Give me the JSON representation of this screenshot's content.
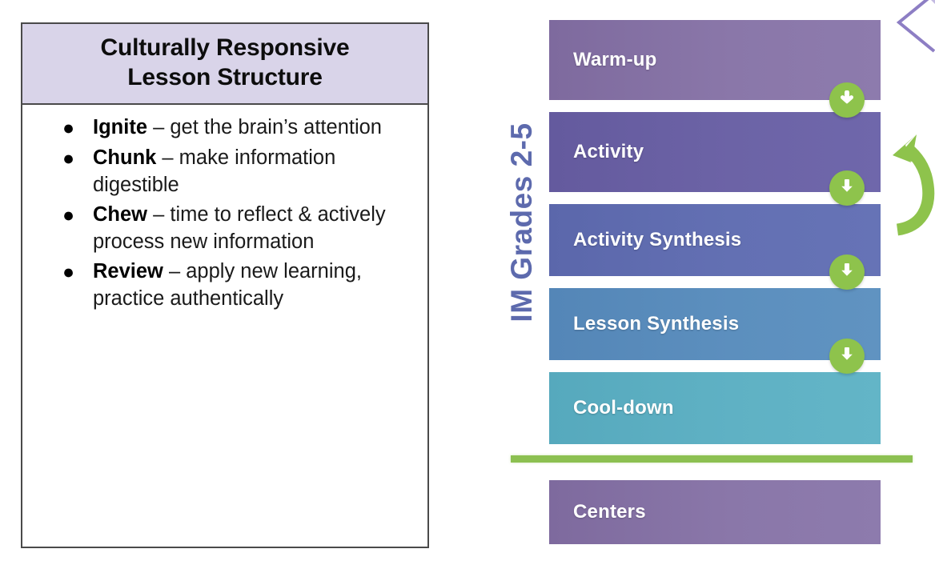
{
  "left_panel": {
    "title_lines": [
      "Culturally Responsive",
      "Lesson Structure"
    ],
    "header_bg": "#d9d4e9",
    "border_color": "#4a4a4a",
    "bullets": [
      {
        "bullet_glyph": "●",
        "lead": "Ignite",
        "rest": " – get the brain’s attention"
      },
      {
        "bullet_glyph": "●",
        "lead": "Chunk",
        "rest": " – make information digestible"
      },
      {
        "bullet_glyph": "●",
        "lead": "Chew",
        "rest": " – time to reflect & actively process new information"
      },
      {
        "bullet_glyph": "●",
        "lead": "Review",
        "rest": " – apply new learning, practice authentically"
      }
    ]
  },
  "diagram": {
    "vertical_label": "IM Grades 2-5",
    "vertical_label_color": "#5d6aad",
    "divider_color": "#8cc051",
    "badge_color": "#8ec34c",
    "curve_arrow_color": "#8ec34c",
    "chevron_color": "#8d7ec4",
    "bars": [
      {
        "label": "Warm-up",
        "color": "#8a77a9",
        "icon": "none"
      },
      {
        "label": "Activity",
        "color": "#6c63a6",
        "icon": "none"
      },
      {
        "label": "Activity Synthesis",
        "color": "#6370b3",
        "icon": "none"
      },
      {
        "label": "Lesson Synthesis",
        "color": "#5c8fbe",
        "icon": "none"
      },
      {
        "label": "Cool-down",
        "color": "#5fb1c4",
        "icon": "none"
      },
      {
        "label": "Centers",
        "color": "#8a77a9",
        "icon": "none"
      }
    ],
    "badges": [
      {
        "icon": "arrow-down-icon"
      },
      {
        "icon": "arrow-down-icon"
      },
      {
        "icon": "arrow-down-icon"
      },
      {
        "icon": "arrow-down-icon"
      }
    ],
    "curve_arrow_icon": "curved-arrow-up-icon",
    "chevron_icon": "chevron-left-outline-icon"
  }
}
